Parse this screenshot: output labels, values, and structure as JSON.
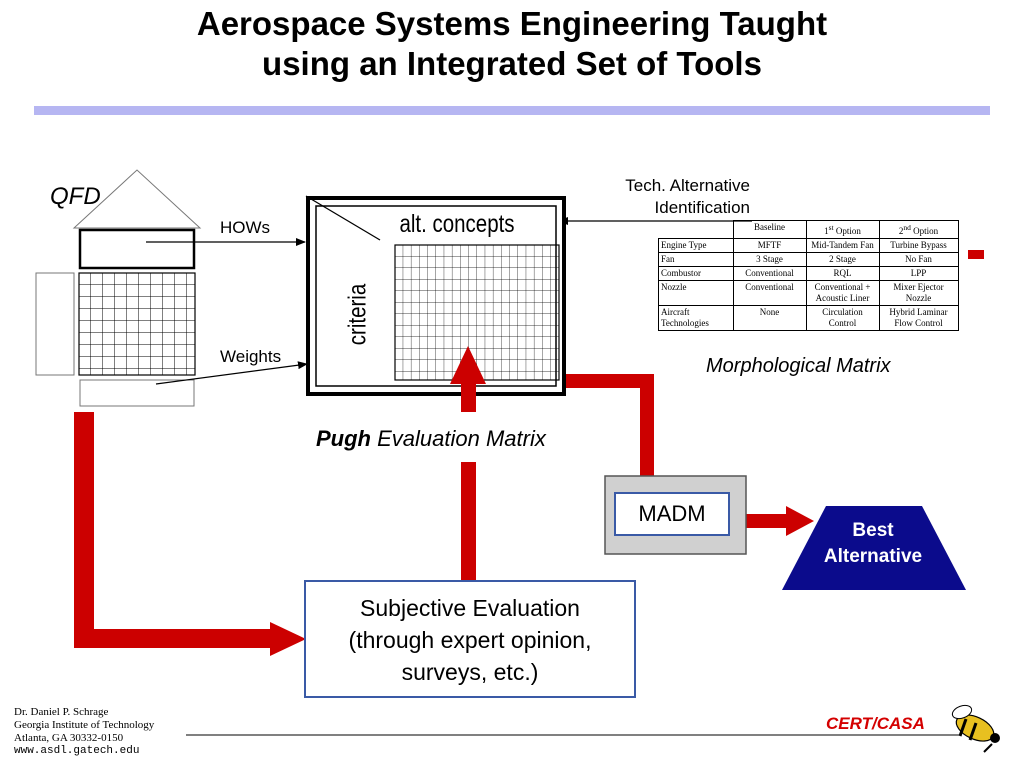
{
  "slide": {
    "title_line1": "Aerospace Systems Engineering Taught",
    "title_line2": "using an Integrated Set of Tools"
  },
  "labels": {
    "qfd": "QFD",
    "hows": "HOWs",
    "weights": "Weights",
    "tech_alt_line1": "Tech. Alternative",
    "tech_alt_line2": "Identification",
    "alt_concepts": "alt. concepts",
    "criteria": "criteria",
    "morph_caption": "Morphological Matrix",
    "pugh_bold": "Pugh",
    "pugh_rest": " Evaluation Matrix",
    "madm": "MADM",
    "best_line1": "Best",
    "best_line2": "Alternative",
    "subjective_line1": "Subjective Evaluation",
    "subjective_line2": "(through expert opinion,",
    "subjective_line3": "surveys, etc.)"
  },
  "morph_table": {
    "headers": [
      "",
      "Baseline",
      "1st Option",
      "2nd Option"
    ],
    "rows": [
      [
        "Engine Type",
        "MFTF",
        "Mid-Tandem Fan",
        "Turbine Bypass"
      ],
      [
        "Fan",
        "3 Stage",
        "2 Stage",
        "No Fan"
      ],
      [
        "Combustor",
        "Conventional",
        "RQL",
        "LPP"
      ],
      [
        "Nozzle",
        "Conventional",
        "Conventional + Acoustic Liner",
        "Mixer Ejector Nozzle"
      ],
      [
        "Aircraft Technologies",
        "None",
        "Circulation Control",
        "Hybrid Laminar Flow Control"
      ]
    ]
  },
  "footer": {
    "line1": "Dr. Daniel P. Schrage",
    "line2": "Georgia Institute of Technology",
    "line3": "Atlanta, GA  30332-0150",
    "line4": "www.asdl.gatech.edu",
    "logo": "CERT/CASA"
  },
  "colors": {
    "flow_arrow": "#cc0000",
    "best_alternative_fill": "#0b0b8c",
    "box_border": "#3a5aa6",
    "title_rule": "#b6b6f2",
    "madm_panel": "#d0d0d0"
  }
}
